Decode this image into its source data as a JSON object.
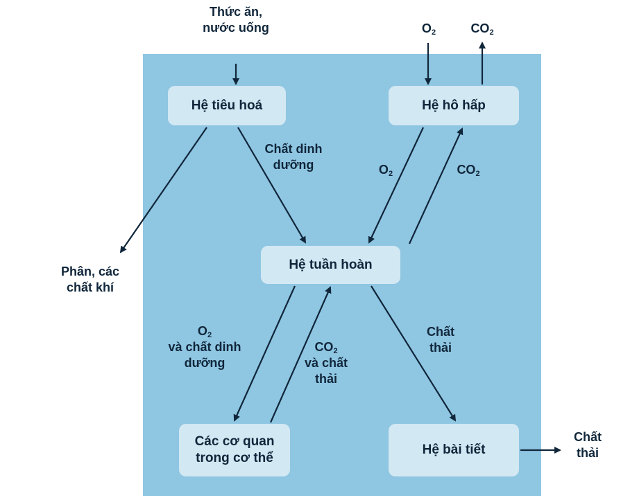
{
  "boxes": {
    "digestive": "Hệ tiêu hoá",
    "respiratory": "Hệ hô hấp",
    "circulatory": "Hệ tuần hoàn",
    "organs": [
      "Các cơ quan",
      "trong cơ thể"
    ],
    "excretory": "Hệ bài tiết"
  },
  "labels": {
    "food": [
      "Thức ăn,",
      "nước uống"
    ],
    "o2_in": {
      "main": "O",
      "sub": "2"
    },
    "co2_out": {
      "main": "CO",
      "sub": "2"
    },
    "nutrients": [
      "Chất dinh",
      "dưỡng"
    ],
    "o2_resp": {
      "main": "O",
      "sub": "2"
    },
    "co2_resp": {
      "main": "CO",
      "sub": "2"
    },
    "feces": [
      "Phân, các",
      "chất khí"
    ],
    "o2_organs": {
      "main": "O",
      "sub": "2",
      "lines": [
        "và chất dinh",
        "dưỡng"
      ]
    },
    "co2_organs": {
      "main": "CO",
      "sub": "2",
      "lines": [
        "và chất",
        "thải"
      ]
    },
    "waste_circ": [
      "Chất",
      "thải"
    ],
    "waste_out": [
      "Chất",
      "thải"
    ]
  },
  "colors": {
    "panel": "#8fc6e2",
    "box": "#d2e8f3",
    "ink": "#10263a"
  }
}
